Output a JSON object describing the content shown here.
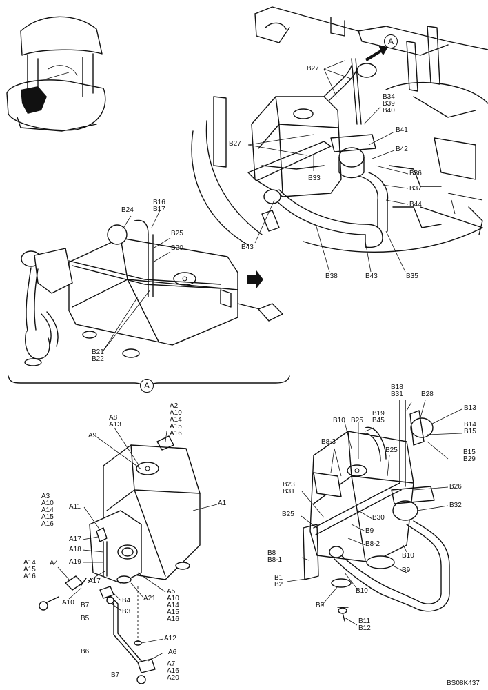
{
  "view_marker": "A",
  "reference_code": "BS08K437",
  "top_right_labels": {
    "b27_upper": "B27",
    "b34_group": "B34\nB39\nB40",
    "b41": "B41",
    "b27_lower": "B27",
    "b42": "B42",
    "b33": "B33",
    "b36": "B36",
    "b37": "B37",
    "b44": "B44",
    "b43_left": "B43",
    "b38": "B38",
    "b43_right": "B43",
    "b35": "B35"
  },
  "middle_left_labels": {
    "b16_group": "B16\nB17",
    "b24": "B24",
    "b25": "B25",
    "b20": "B20",
    "b21_group": "B21\nB22"
  },
  "bottom_left_labels": {
    "a2_group": "A2\nA10\nA14\nA15\nA16",
    "a8_group": "A8\nA13",
    "a9": "A9",
    "a1": "A1",
    "a3_group": "A3\nA10\nA14\nA15\nA16",
    "a11": "A11",
    "a17_upper": "A17",
    "a18": "A18",
    "a19": "A19",
    "a4": "A4",
    "a14_group": "A14\nA15\nA16",
    "a10": "A10",
    "a17_lower": "A17",
    "b4": "B4",
    "b7_upper": "B7",
    "b3": "B3",
    "b5": "B5",
    "a21": "A21",
    "a5_group": "A5\nA10\nA14\nA15\nA16",
    "a12": "A12",
    "b6": "B6",
    "a6": "A6",
    "b7_lower": "B7",
    "a7_group": "A7\nA16\nA20"
  },
  "bottom_right_labels": {
    "b18_group": "B18\nB31",
    "b28": "B28",
    "b13": "B13",
    "b19_group": "B19\nB45",
    "b10_top": "B10",
    "b25_top": "B25",
    "b14_group": "B14\nB15",
    "b8_3": "B8-3",
    "b25_mid": "B25",
    "b15_group": "B15\nB29",
    "b23_group": "B23\nB31",
    "b26": "B26",
    "b32": "B32",
    "b25_left": "B25",
    "b30": "B30",
    "b9_upper": "B9",
    "b8_2": "B8-2",
    "b8_group": "B8\nB8-1",
    "b10_right": "B10",
    "b9_right": "B9",
    "b1_group": "B1\nB2",
    "b10_bottom": "B10",
    "b9_lower": "B9",
    "b11_group": "B11\nB12"
  }
}
